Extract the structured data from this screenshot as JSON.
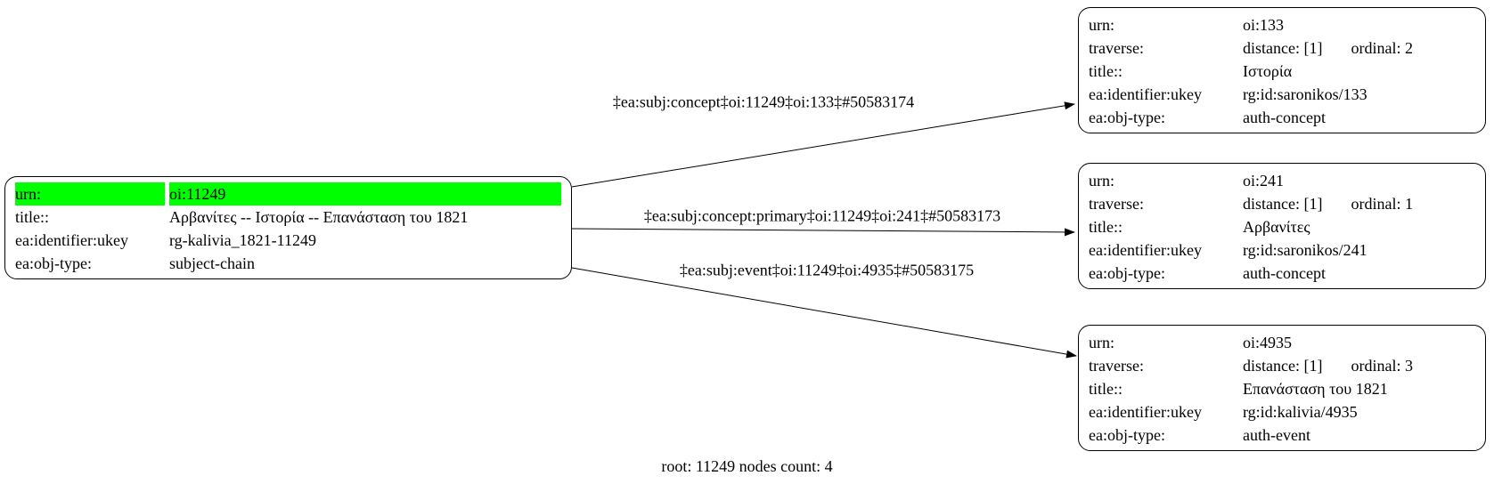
{
  "caption": "root: 11249 nodes count: 4",
  "colors": {
    "highlight": "#00ff00",
    "node_border": "#000000",
    "background": "#ffffff"
  },
  "root": {
    "rows": [
      {
        "label": "urn:",
        "value": "oi:11249"
      },
      {
        "label": "title::",
        "value": "Αρβανίτες -- Ιστορία -- Επανάσταση του 1821"
      },
      {
        "label": "ea:identifier:ukey",
        "value": "rg-kalivia_1821-11249"
      },
      {
        "label": "ea:obj-type:",
        "value": "subject-chain"
      }
    ]
  },
  "nodes": [
    {
      "rows": [
        {
          "label": "urn:",
          "value": "oi:133"
        },
        {
          "label": "traverse:",
          "value": "distance: [1]",
          "value2": "ordinal: 2"
        },
        {
          "label": "title::",
          "value": "Ιστορία"
        },
        {
          "label": "ea:identifier:ukey",
          "value": "rg:id:saronikos/133"
        },
        {
          "label": "ea:obj-type:",
          "value": "auth-concept"
        }
      ]
    },
    {
      "rows": [
        {
          "label": "urn:",
          "value": "oi:241"
        },
        {
          "label": "traverse:",
          "value": "distance: [1]",
          "value2": "ordinal: 1"
        },
        {
          "label": "title::",
          "value": "Αρβανίτες"
        },
        {
          "label": "ea:identifier:ukey",
          "value": "rg:id:saronikos/241"
        },
        {
          "label": "ea:obj-type:",
          "value": "auth-concept"
        }
      ]
    },
    {
      "rows": [
        {
          "label": "urn:",
          "value": "oi:4935"
        },
        {
          "label": "traverse:",
          "value": "distance: [1]",
          "value2": "ordinal: 3"
        },
        {
          "label": "title::",
          "value": "Επανάσταση του 1821"
        },
        {
          "label": "ea:identifier:ukey",
          "value": "rg:id:kalivia/4935"
        },
        {
          "label": "ea:obj-type:",
          "value": "auth-event"
        }
      ]
    }
  ],
  "edges": [
    {
      "label": "‡ea:subj:concept‡oi:11249‡oi:133‡#50583174"
    },
    {
      "label": "‡ea:subj:concept:primary‡oi:11249‡oi:241‡#50583173"
    },
    {
      "label": "‡ea:subj:event‡oi:11249‡oi:4935‡#50583175"
    }
  ]
}
